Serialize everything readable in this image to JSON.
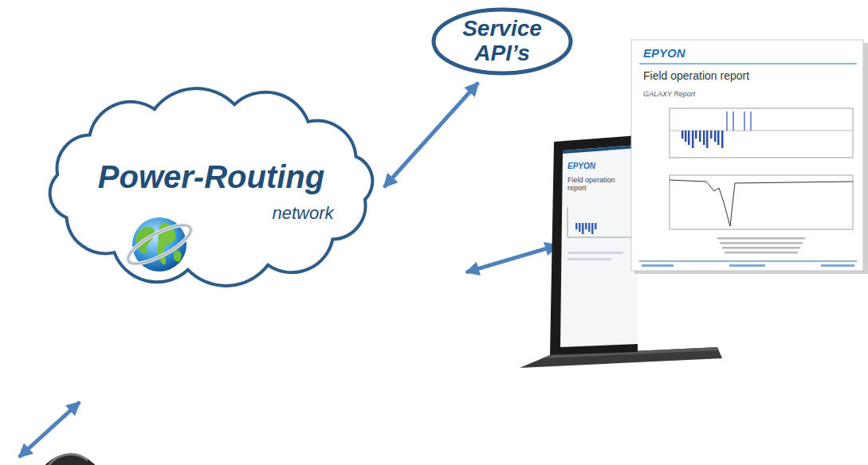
{
  "diagram": {
    "nodes": [
      {
        "text": [
          "Power-Routing",
          "network"
        ]
      },
      {
        "text": [
          "Service API’s"
        ]
      },
      {
        "text": [
          "EPYON",
          "Field operation report"
        ]
      }
    ],
    "edges": [
      {
        "from": 0,
        "to": 1,
        "arrow": "both"
      },
      {
        "from": 0,
        "to": 2,
        "arrow": "both"
      }
    ],
    "labels": [
      "GALAXY Report",
      "EPYON",
      "Field operation report"
    ]
  }
}
